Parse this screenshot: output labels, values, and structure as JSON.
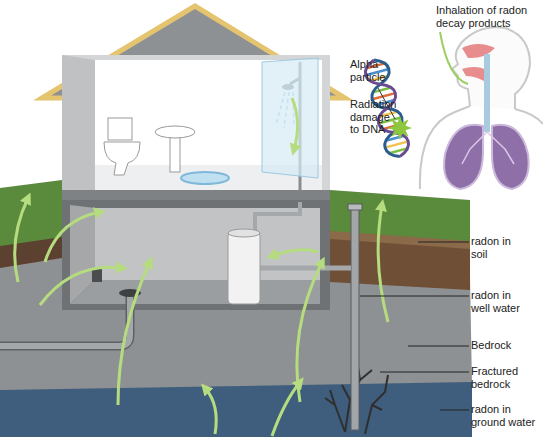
{
  "diagram": {
    "labels": [
      "Inhalation of radon decay products",
      "Alpha particle",
      "Radiation damage to DNA",
      "radon in soil",
      "radon in well water",
      "Bedrock",
      "Fractured bedrock",
      "radon in ground water"
    ]
  }
}
